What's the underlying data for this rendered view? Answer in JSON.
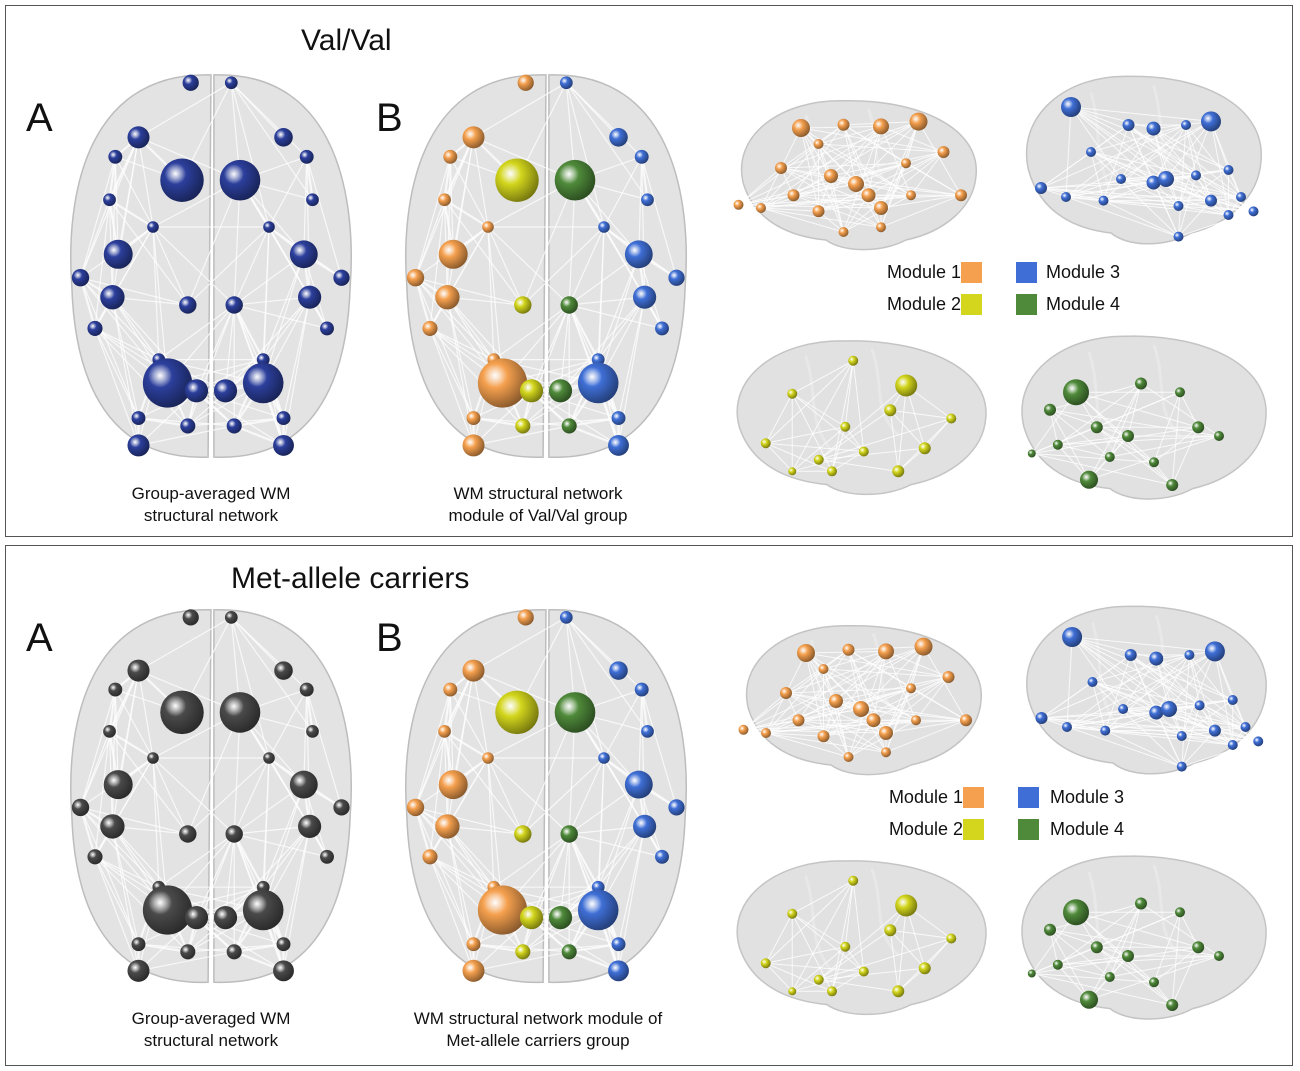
{
  "figure": {
    "top": {
      "title": "Val/Val",
      "label_a": "A",
      "label_b": "B",
      "caption_a": [
        "Group-averaged WM",
        "structural network"
      ],
      "caption_b": [
        "WM structural network",
        "module of Val/Val group"
      ]
    },
    "bottom": {
      "title": "Met-allele carriers",
      "label_a": "A",
      "label_b": "B",
      "caption_a": [
        "Group-averaged WM",
        "structural network"
      ],
      "caption_b": [
        "WM structural network module of",
        "Met-allele carriers group"
      ]
    }
  },
  "legend": {
    "items": [
      {
        "label": "Module 1",
        "color": "#f5a04e"
      },
      {
        "label": "Module 2",
        "color": "#d3d61c"
      },
      {
        "label": "Module 3",
        "color": "#3f6fd6"
      },
      {
        "label": "Module 4",
        "color": "#4f8a3a"
      }
    ]
  },
  "colors": {
    "network_top": "#2c3f9c",
    "network_bottom": "#4a4a4a",
    "brain_fill": "#d9d9d9",
    "edge": "#ffffff"
  }
}
